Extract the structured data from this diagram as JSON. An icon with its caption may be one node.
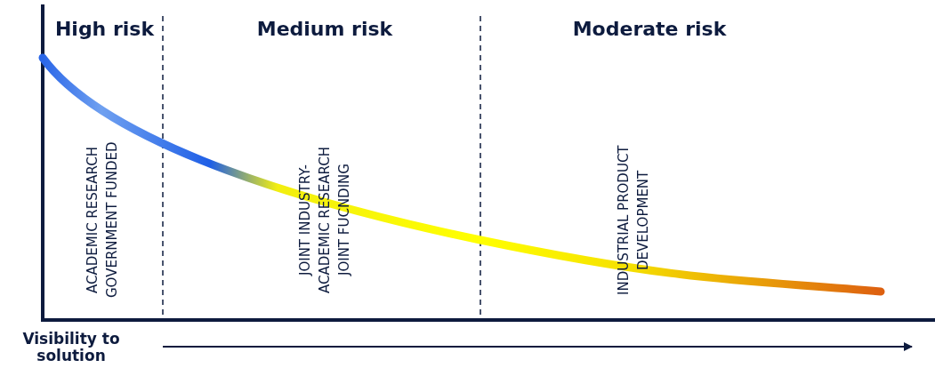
{
  "diagram": {
    "labels": [
      "High risk",
      "Medium risk",
      "Moderate risk",
      "ACADEMIC RESEARCH GOVERNMENT FUNDED",
      "JOINT INDUSTRY- ACADEMIC RESEARCH JOINT FUCNDING",
      "INDUSTRIAL PRODUCT DEVELOPMENT",
      "Visibility to solution"
    ]
  }
}
